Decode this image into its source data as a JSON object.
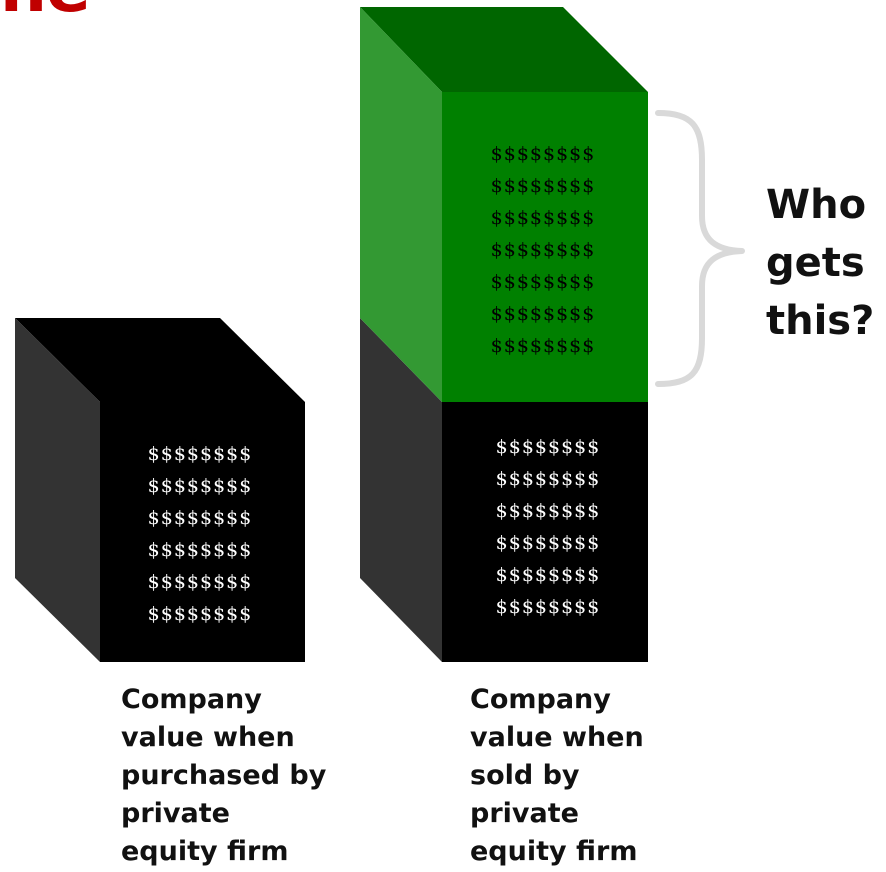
{
  "slide": {
    "title_fragment": "ne"
  },
  "boxes": {
    "purchased": {
      "caption_lines": [
        "Company",
        "value when",
        "purchased by",
        "private",
        "equity firm"
      ],
      "money_lines": [
        "$$$$$$$$",
        "$$$$$$$$",
        "$$$$$$$$",
        "$$$$$$$$",
        "$$$$$$$$",
        "$$$$$$$$"
      ]
    },
    "sold": {
      "caption_lines": [
        "Company",
        "value when",
        "sold by",
        "private",
        "equity firm"
      ],
      "base_money_lines": [
        "$$$$$$$$",
        "$$$$$$$$",
        "$$$$$$$$",
        "$$$$$$$$",
        "$$$$$$$$",
        "$$$$$$$$"
      ],
      "gain_money_lines": [
        "$$$$$$$$",
        "$$$$$$$$",
        "$$$$$$$$",
        "$$$$$$$$",
        "$$$$$$$$",
        "$$$$$$$$",
        "$$$$$$$$"
      ]
    }
  },
  "question": {
    "lines": [
      "Who",
      "gets",
      "this?"
    ]
  },
  "colors": {
    "title": "#C00000",
    "box_front": "#000000",
    "box_side": "#333333",
    "gain_front": "#008000",
    "gain_side": "#339933",
    "gain_top": "#006600",
    "money_on_black": "#ffffff",
    "money_on_green": "#000000",
    "brace": "#d9d9d9"
  }
}
